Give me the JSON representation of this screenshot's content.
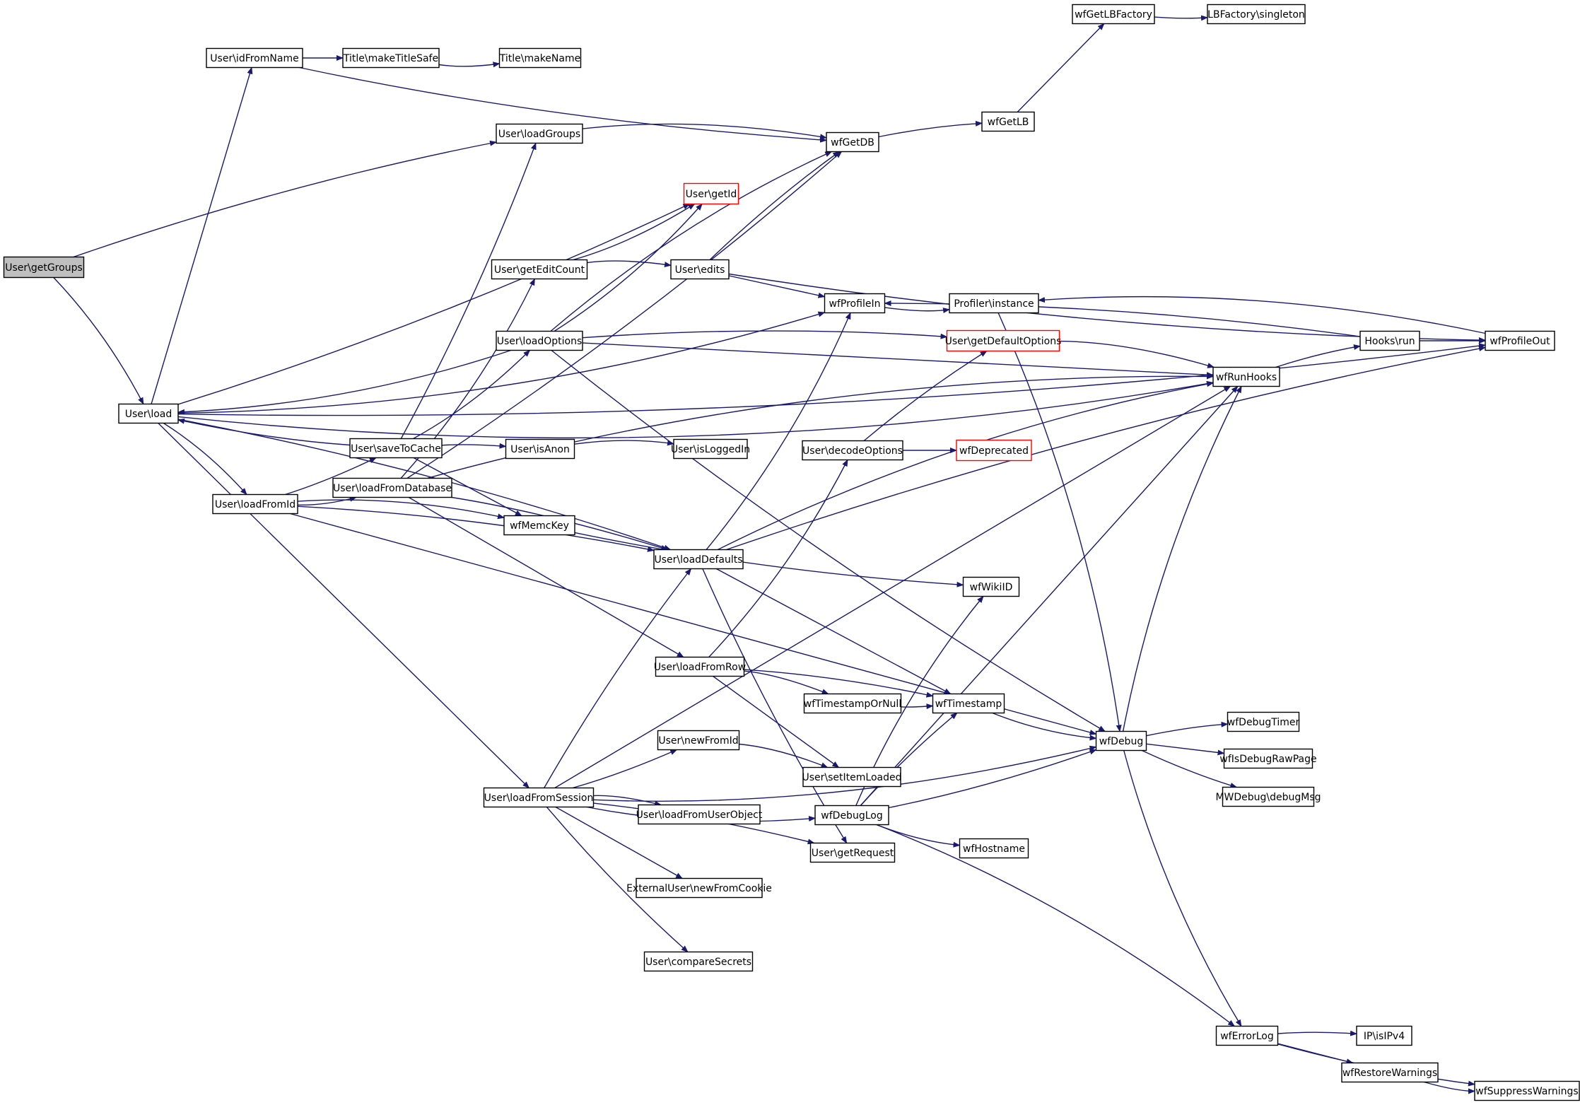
{
  "diagram": {
    "nodes": [
      {
        "id": "getGroups",
        "label": "User\\getGroups",
        "style": "root"
      },
      {
        "id": "load",
        "label": "User\\load",
        "style": "normal"
      },
      {
        "id": "idFromName",
        "label": "User\\idFromName",
        "style": "normal"
      },
      {
        "id": "makeTitleSafe",
        "label": "Title\\makeTitleSafe",
        "style": "normal"
      },
      {
        "id": "makeName",
        "label": "Title\\makeName",
        "style": "normal"
      },
      {
        "id": "loadGroups",
        "label": "User\\loadGroups",
        "style": "normal"
      },
      {
        "id": "wfGetDB",
        "label": "wfGetDB",
        "style": "normal"
      },
      {
        "id": "wfGetLB",
        "label": "wfGetLB",
        "style": "normal"
      },
      {
        "id": "wfGetLBFactory",
        "label": "wfGetLBFactory",
        "style": "normal"
      },
      {
        "id": "LBsingleton",
        "label": "LBFactory\\singleton",
        "style": "normal"
      },
      {
        "id": "getId",
        "label": "User\\getId",
        "style": "truncated"
      },
      {
        "id": "getEditCount",
        "label": "User\\getEditCount",
        "style": "normal"
      },
      {
        "id": "edits",
        "label": "User\\edits",
        "style": "normal"
      },
      {
        "id": "loadOptions",
        "label": "User\\loadOptions",
        "style": "normal"
      },
      {
        "id": "wfProfileIn",
        "label": "wfProfileIn",
        "style": "normal"
      },
      {
        "id": "profilerInstance",
        "label": "Profiler\\instance",
        "style": "normal"
      },
      {
        "id": "getDefaultOptions",
        "label": "User\\getDefaultOptions",
        "style": "truncated"
      },
      {
        "id": "wfRunHooks",
        "label": "wfRunHooks",
        "style": "normal"
      },
      {
        "id": "hooksRun",
        "label": "Hooks\\run",
        "style": "normal"
      },
      {
        "id": "wfProfileOut",
        "label": "wfProfileOut",
        "style": "normal"
      },
      {
        "id": "saveToCache",
        "label": "User\\saveToCache",
        "style": "normal"
      },
      {
        "id": "isAnon",
        "label": "User\\isAnon",
        "style": "normal"
      },
      {
        "id": "isLoggedIn",
        "label": "User\\isLoggedIn",
        "style": "normal"
      },
      {
        "id": "decodeOptions",
        "label": "User\\decodeOptions",
        "style": "normal"
      },
      {
        "id": "wfDeprecated",
        "label": "wfDeprecated",
        "style": "truncated"
      },
      {
        "id": "loadFromId",
        "label": "User\\loadFromId",
        "style": "normal"
      },
      {
        "id": "loadFromDatabase",
        "label": "User\\loadFromDatabase",
        "style": "normal"
      },
      {
        "id": "wfMemcKey",
        "label": "wfMemcKey",
        "style": "normal"
      },
      {
        "id": "loadDefaults",
        "label": "User\\loadDefaults",
        "style": "normal"
      },
      {
        "id": "wfWikiID",
        "label": "wfWikiID",
        "style": "normal"
      },
      {
        "id": "loadFromRow",
        "label": "User\\loadFromRow",
        "style": "normal"
      },
      {
        "id": "wfTimestampOrNull",
        "label": "wfTimestampOrNull",
        "style": "normal"
      },
      {
        "id": "wfTimestamp",
        "label": "wfTimestamp",
        "style": "normal"
      },
      {
        "id": "wfDebug",
        "label": "wfDebug",
        "style": "normal"
      },
      {
        "id": "wfDebugTimer",
        "label": "wfDebugTimer",
        "style": "normal"
      },
      {
        "id": "wfIsDebugRawPage",
        "label": "wfIsDebugRawPage",
        "style": "normal"
      },
      {
        "id": "debugMsg",
        "label": "MWDebug\\debugMsg",
        "style": "normal"
      },
      {
        "id": "newFromId",
        "label": "User\\newFromId",
        "style": "normal"
      },
      {
        "id": "setItemLoaded",
        "label": "User\\setItemLoaded",
        "style": "normal"
      },
      {
        "id": "loadFromSession",
        "label": "User\\loadFromSession",
        "style": "normal"
      },
      {
        "id": "wfDebugLog",
        "label": "wfDebugLog",
        "style": "normal"
      },
      {
        "id": "loadFromUserObject",
        "label": "User\\loadFromUserObject",
        "style": "normal"
      },
      {
        "id": "getRequest",
        "label": "User\\getRequest",
        "style": "normal"
      },
      {
        "id": "wfHostname",
        "label": "wfHostname",
        "style": "normal"
      },
      {
        "id": "extNewFromCookie",
        "label": "ExternalUser\\newFromCookie",
        "style": "normal"
      },
      {
        "id": "compareSecrets",
        "label": "User\\compareSecrets",
        "style": "normal"
      },
      {
        "id": "wfErrorLog",
        "label": "wfErrorLog",
        "style": "normal"
      },
      {
        "id": "isIPv4",
        "label": "IP\\isIPv4",
        "style": "normal"
      },
      {
        "id": "wfRestoreWarnings",
        "label": "wfRestoreWarnings",
        "style": "normal"
      },
      {
        "id": "wfSuppressWarnings",
        "label": "wfSuppressWarnings",
        "style": "normal"
      }
    ],
    "edges": [
      [
        "getGroups",
        "load"
      ],
      [
        "getGroups",
        "loadGroups"
      ],
      [
        "load",
        "idFromName"
      ],
      [
        "load",
        "getId"
      ],
      [
        "load",
        "wfRunHooks"
      ],
      [
        "load",
        "loadFromId"
      ],
      [
        "load",
        "loadDefaults"
      ],
      [
        "load",
        "loadFromSession"
      ],
      [
        "load",
        "wfProfileOut"
      ],
      [
        "load",
        "wfProfileIn"
      ],
      [
        "loadOptions",
        "load"
      ],
      [
        "saveToCache",
        "load"
      ],
      [
        "idFromName",
        "makeTitleSafe"
      ],
      [
        "idFromName",
        "wfGetDB"
      ],
      [
        "makeTitleSafe",
        "makeName"
      ],
      [
        "loadGroups",
        "wfGetDB"
      ],
      [
        "wfGetDB",
        "wfGetLB"
      ],
      [
        "wfGetLB",
        "wfGetLBFactory"
      ],
      [
        "wfGetLBFactory",
        "LBsingleton"
      ],
      [
        "getEditCount",
        "getId"
      ],
      [
        "getEditCount",
        "edits"
      ],
      [
        "edits",
        "wfGetDB"
      ],
      [
        "edits",
        "wfProfileIn"
      ],
      [
        "edits",
        "wfProfileOut"
      ],
      [
        "loadOptions",
        "getId"
      ],
      [
        "loadOptions",
        "wfGetDB"
      ],
      [
        "loadOptions",
        "getDefaultOptions"
      ],
      [
        "loadOptions",
        "wfRunHooks"
      ],
      [
        "loadOptions",
        "wfDebug"
      ],
      [
        "wfProfileIn",
        "profilerInstance"
      ],
      [
        "getDefaultOptions",
        "wfRunHooks"
      ],
      [
        "wfRunHooks",
        "hooksRun"
      ],
      [
        "hooksRun",
        "wfProfileOut"
      ],
      [
        "hooksRun",
        "wfProfileIn"
      ],
      [
        "wfProfileOut",
        "profilerInstance"
      ],
      [
        "profilerInstance",
        "wfDebug"
      ],
      [
        "saveToCache",
        "isAnon"
      ],
      [
        "saveToCache",
        "wfMemcKey"
      ],
      [
        "saveToCache",
        "loadGroups"
      ],
      [
        "saveToCache",
        "loadOptions"
      ],
      [
        "isAnon",
        "isLoggedIn"
      ],
      [
        "decodeOptions",
        "getDefaultOptions"
      ],
      [
        "decodeOptions",
        "wfDeprecated"
      ],
      [
        "loadFromId",
        "saveToCache"
      ],
      [
        "loadFromId",
        "loadFromDatabase"
      ],
      [
        "loadFromId",
        "wfMemcKey"
      ],
      [
        "loadFromId",
        "loadDefaults"
      ],
      [
        "loadFromId",
        "wfDebug"
      ],
      [
        "loadFromDatabase",
        "wfGetDB"
      ],
      [
        "loadFromDatabase",
        "getEditCount"
      ],
      [
        "loadFromDatabase",
        "wfRunHooks"
      ],
      [
        "loadFromDatabase",
        "loadDefaults"
      ],
      [
        "loadFromDatabase",
        "loadFromRow"
      ],
      [
        "wfMemcKey",
        "wfWikiID"
      ],
      [
        "loadDefaults",
        "wfProfileIn"
      ],
      [
        "loadDefaults",
        "wfRunHooks"
      ],
      [
        "loadDefaults",
        "wfProfileOut"
      ],
      [
        "loadDefaults",
        "wfTimestamp"
      ],
      [
        "loadDefaults",
        "getRequest"
      ],
      [
        "loadFromRow",
        "decodeOptions"
      ],
      [
        "loadFromRow",
        "wfTimestampOrNull"
      ],
      [
        "loadFromRow",
        "wfTimestamp"
      ],
      [
        "loadFromRow",
        "setItemLoaded"
      ],
      [
        "wfTimestampOrNull",
        "wfTimestamp"
      ],
      [
        "wfTimestamp",
        "wfDebug"
      ],
      [
        "wfDebug",
        "wfRunHooks"
      ],
      [
        "wfDebug",
        "wfDebugTimer"
      ],
      [
        "wfDebug",
        "wfIsDebugRawPage"
      ],
      [
        "wfDebug",
        "debugMsg"
      ],
      [
        "wfDebug",
        "wfErrorLog"
      ],
      [
        "newFromId",
        "setItemLoaded"
      ],
      [
        "loadFromSession",
        "loadDefaults"
      ],
      [
        "loadFromSession",
        "wfRunHooks"
      ],
      [
        "loadFromSession",
        "newFromId"
      ],
      [
        "loadFromSession",
        "wfDebugLog"
      ],
      [
        "loadFromSession",
        "loadFromUserObject"
      ],
      [
        "loadFromSession",
        "getRequest"
      ],
      [
        "loadFromSession",
        "extNewFromCookie"
      ],
      [
        "loadFromSession",
        "compareSecrets"
      ],
      [
        "loadFromSession",
        "wfDebug"
      ],
      [
        "wfDebugLog",
        "wfWikiID"
      ],
      [
        "wfDebugLog",
        "wfTimestamp"
      ],
      [
        "wfDebugLog",
        "wfRunHooks"
      ],
      [
        "wfDebugLog",
        "wfDebug"
      ],
      [
        "wfDebugLog",
        "wfHostname"
      ],
      [
        "wfDebugLog",
        "wfErrorLog"
      ],
      [
        "wfErrorLog",
        "isIPv4"
      ],
      [
        "wfErrorLog",
        "wfRestoreWarnings"
      ],
      [
        "wfErrorLog",
        "wfSuppressWarnings"
      ],
      [
        "wfRestoreWarnings",
        "wfSuppressWarnings"
      ]
    ]
  },
  "colors": {
    "edge": "#191970",
    "node_border": "#000000",
    "truncated_border": "#ff0000",
    "root_fill": "#bfbfbf",
    "node_fill": "#ffffff"
  }
}
